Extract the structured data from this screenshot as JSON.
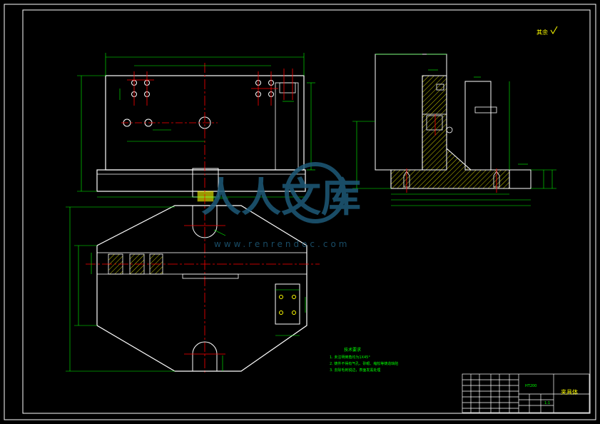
{
  "colors": {
    "background": "#000000",
    "outline": "#ffffff",
    "dimension": "#00ff00",
    "centerline": "#ff0000",
    "hatch": "#ffff00",
    "watermark": "#1e5a78"
  },
  "corner_note": "其余",
  "watermark": {
    "text": "人人文库",
    "url": "www.renrendoc.com"
  },
  "tech_req": {
    "title": "技术要求",
    "lines": [
      "1. 未注明倒角均为1X45°",
      "2. 铸件不得有气孔、砂眼、缩松等铸造缺陷",
      "3. 去除毛刺锐边，表面发黑处理"
    ]
  },
  "title_block": {
    "part_name": "夹具体",
    "material": "HT200",
    "scale": "1:1"
  }
}
